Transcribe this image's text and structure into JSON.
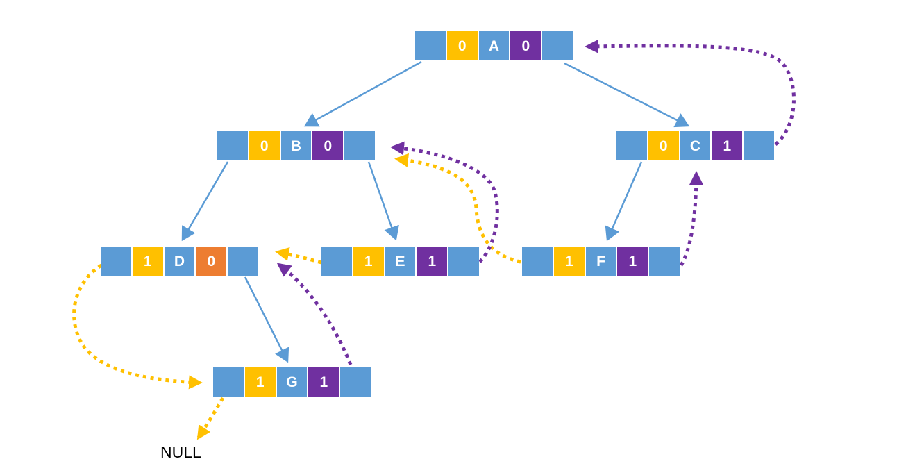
{
  "diagram": {
    "type": "threaded-binary-tree",
    "null_label": "NULL",
    "colors": {
      "cell_blue": "#5B9BD5",
      "flag_yellow": "#FFC000",
      "flag_purple": "#7030A0",
      "flag_orange_highlight": "#ED7D31",
      "child_link": "#5B9BD5",
      "left_thread": "#FFC000",
      "right_thread": "#7030A0",
      "null_text": "#000000"
    },
    "nodes": [
      {
        "id": "A",
        "label": "A",
        "left_flag": "0",
        "right_flag": "0",
        "right_flag_color": "purple"
      },
      {
        "id": "B",
        "label": "B",
        "left_flag": "0",
        "right_flag": "0",
        "right_flag_color": "purple"
      },
      {
        "id": "C",
        "label": "C",
        "left_flag": "0",
        "right_flag": "1",
        "right_flag_color": "purple"
      },
      {
        "id": "D",
        "label": "D",
        "left_flag": "1",
        "right_flag": "0",
        "right_flag_color": "orange"
      },
      {
        "id": "E",
        "label": "E",
        "left_flag": "1",
        "right_flag": "1",
        "right_flag_color": "purple"
      },
      {
        "id": "F",
        "label": "F",
        "left_flag": "1",
        "right_flag": "1",
        "right_flag_color": "purple"
      },
      {
        "id": "G",
        "label": "G",
        "left_flag": "1",
        "right_flag": "1",
        "right_flag_color": "purple"
      }
    ],
    "edges": {
      "child_links": [
        {
          "from": "A",
          "side": "left",
          "to": "B"
        },
        {
          "from": "A",
          "side": "right",
          "to": "C"
        },
        {
          "from": "B",
          "side": "left",
          "to": "D"
        },
        {
          "from": "B",
          "side": "right",
          "to": "E"
        },
        {
          "from": "C",
          "side": "left",
          "to": "F"
        },
        {
          "from": "D",
          "side": "right",
          "to": "G"
        }
      ],
      "left_threads": [
        {
          "from": "D",
          "to": "G"
        },
        {
          "from": "E",
          "to": "D"
        },
        {
          "from": "F",
          "to": "B"
        },
        {
          "from": "G",
          "to": "NULL"
        }
      ],
      "right_threads": [
        {
          "from": "C",
          "to": "A"
        },
        {
          "from": "E",
          "to": "B"
        },
        {
          "from": "F",
          "to": "C"
        },
        {
          "from": "G",
          "to": "D"
        }
      ]
    }
  }
}
